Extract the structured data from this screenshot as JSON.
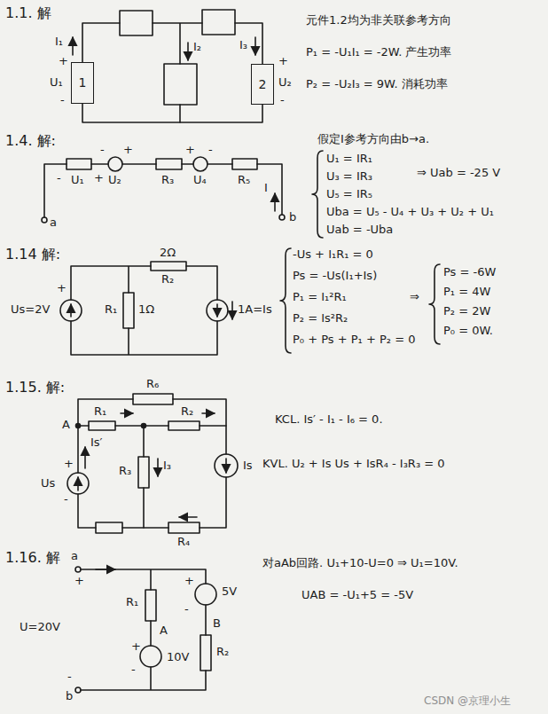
{
  "diagram": {
    "nodes": [
      {
        "text": [
          "1"
        ]
      },
      {
        "text": [
          "2"
        ]
      }
    ],
    "edges": [
      {
        "from": 0,
        "to": 1,
        "arrow": "none"
      }
    ],
    "labels": [
      "1.1. 解",
      "I₁",
      "+",
      "U₁",
      "-",
      "I₂",
      "I₃",
      "+",
      "U₂",
      "-",
      "元件1.2均为非关联参考方向",
      "P₁ = -U₁I₁ = -2W. 产生功率",
      "P₂ = -U₂I₃ = 9W. 消耗功率",
      "1.4. 解:",
      "-",
      "U₁",
      "+",
      "-",
      "U₂",
      "+",
      "R₃",
      "+",
      "U₄",
      "-",
      "R₅",
      "I",
      "a",
      "b",
      "假定I参考方向由b→a.",
      "U₁ = IR₁",
      "U₃ = IR₃",
      "U₅ = IR₅",
      "Uba = U₅ - U₄ + U₃ + U₂ + U₁",
      "Uab = -Uba",
      "⇒ Uab = -25 V",
      "1.14 解:",
      "2Ω",
      "R₂",
      "Us=2V",
      "+",
      "R₁",
      "1Ω",
      "1A=Is",
      "-Us + I₁R₁ = 0",
      "Ps = -Us(I₁+Is)",
      "P₁ = I₁²R₁",
      "P₂ = Is²R₂",
      "P₀ + Ps + P₁ + P₂ = 0",
      "⇒",
      "Ps = -6W",
      "P₁ = 4W",
      "P₂ = 2W",
      "P₀ = 0W.",
      "1.15. 解:",
      "R₆",
      "R₁",
      "R₂",
      "A",
      "Is′",
      "Us",
      "+",
      "-",
      "R₃",
      "I₃",
      "Is",
      "R₄",
      "KCL. Is′ - I₁ - I₆ = 0.",
      "KVL. U₂ + Is Us + IsR₄ - I₃R₃ = 0",
      "1.16. 解",
      "a",
      "+",
      "U=20V",
      "-",
      "b",
      "R₁",
      "A",
      "+",
      "10V",
      "-",
      "+",
      "5V",
      "-",
      "B",
      "R₂",
      "对aAb回路. U₁+10-U=0 ⇒ U₁=10V.",
      "UAB = -U₁+5 = -5V",
      "CSDN @京理小生"
    ]
  }
}
